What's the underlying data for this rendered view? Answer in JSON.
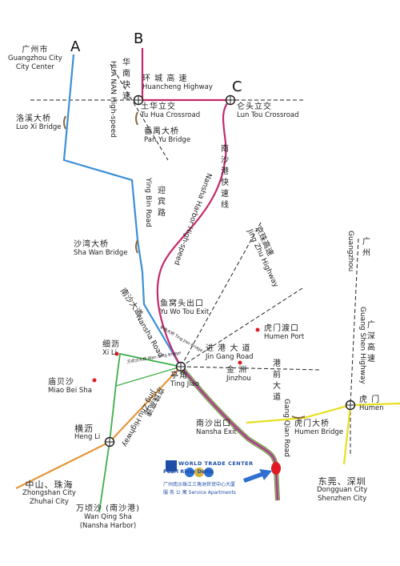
{
  "routes": {
    "a": "A",
    "b": "B",
    "c": "C"
  },
  "places": {
    "guangzhou": {
      "zh": "广州市",
      "en1": "Guangzhou City",
      "en2": "City Center"
    },
    "huancheng": {
      "zh": "环 城 高 速",
      "en": "Huancheng Highway"
    },
    "tuhua": {
      "zh": "土华立交",
      "en": "Tu Hua Crossroad"
    },
    "luntou": {
      "zh": "仑头立交",
      "en": "Lun Tou Crossroad"
    },
    "luoxi": {
      "zh": "洛溪大桥",
      "en": "Luo Xi Bridge"
    },
    "panyu": {
      "zh": "番禺大桥",
      "en": "Pan Yu Bridge"
    },
    "shawan": {
      "zh": "沙湾大桥",
      "en": "Sha Wan Bridge"
    },
    "yuwotou": {
      "zh": "鱼窝头出口",
      "en": "Yu Wo Tou Exit"
    },
    "humenport": {
      "zh": "虎门渡口",
      "en": "Humen Port"
    },
    "xili": {
      "zh": "细沥",
      "en": "Xi Li"
    },
    "tingjiao": {
      "zh": "亭角",
      "en": "Ting Jiao"
    },
    "jinzhou": {
      "zh": "金 洲",
      "en": "Jinzhou"
    },
    "miaobeisha": {
      "zh": "庙贝沙",
      "en": "Miao Bei Sha"
    },
    "hengli": {
      "zh": "横沥",
      "en": "Heng Li"
    },
    "nanshaexit": {
      "zh": "南沙出口",
      "en": "Nansha Exit"
    },
    "humen": {
      "zh": "虎 门",
      "en": "Humen"
    },
    "humenbridge": {
      "zh": "虎门大桥",
      "en": "Humen Bridge"
    },
    "zhongshan": {
      "zh": "中山、珠海",
      "en1": "Zhongshan City",
      "en2": "Zhuhai City"
    },
    "wanqingsha": {
      "zh": "万顷沙 (南沙港)",
      "en1": "Wan Qing Sha",
      "en2": "(Nansha Harbor)"
    },
    "dongguan": {
      "zh": "东莞、深圳",
      "en1": "Dongguan City",
      "en2": "Shenzhen City"
    },
    "jingang": {
      "zh": "进 港 大 道",
      "en": "Jin Gang Road"
    },
    "tingjiaobridge": {
      "zh": "亭角大桥",
      "en": "Ting Jiao Bridge"
    },
    "wanqingbridge": {
      "zh": "万顷沙大桥",
      "en": "Wan Qing Bridge"
    }
  },
  "roads": {
    "huanan_zh": "华南快速",
    "huanan_en": "HUA NAN High-speed",
    "yingbin_zh": "迎宾路",
    "yingbin_en": "Ying Bin Road",
    "nanshagang_zh": "南沙港快速线",
    "nanshagang_en": "Nansha Harbor High-speed",
    "nansha_zh": "南沙大道",
    "nansha_en": "Nansha Road",
    "jingzhu_zh": "京珠高速",
    "jingzhu_en": "Jing Zhu Highway",
    "jingzhu2_zh": "京珠高速",
    "jingzhu2_en": "Jing Zhu Highway",
    "ganggian_zh": "港前大道",
    "ganggian_en": "Gang Qian Road",
    "guangshen_zh": "广深高速",
    "guangshen_en": "Guang Shen Highway",
    "guangzhou_zh": "广州",
    "guangzhou_en": "Guangzhou"
  },
  "logo": {
    "title": "WORLD TRADE CENTER",
    "sub": "Pearl River Delta",
    "line1": "广州南沙珠江三角洲世贸中心大厦",
    "line2": "服 务 公 寓  Service Apartments"
  },
  "colors": {
    "route_a": "#3a8fd6",
    "route_b": "#c22a6c",
    "route_c": "#c22a6c",
    "nansha_road": "#7d6ac1",
    "green_road": "#3fae49",
    "orange_road": "#e8963a",
    "yellow_road": "#e8e020",
    "marker": "#e01b24",
    "arrow": "#2f6fd1"
  }
}
